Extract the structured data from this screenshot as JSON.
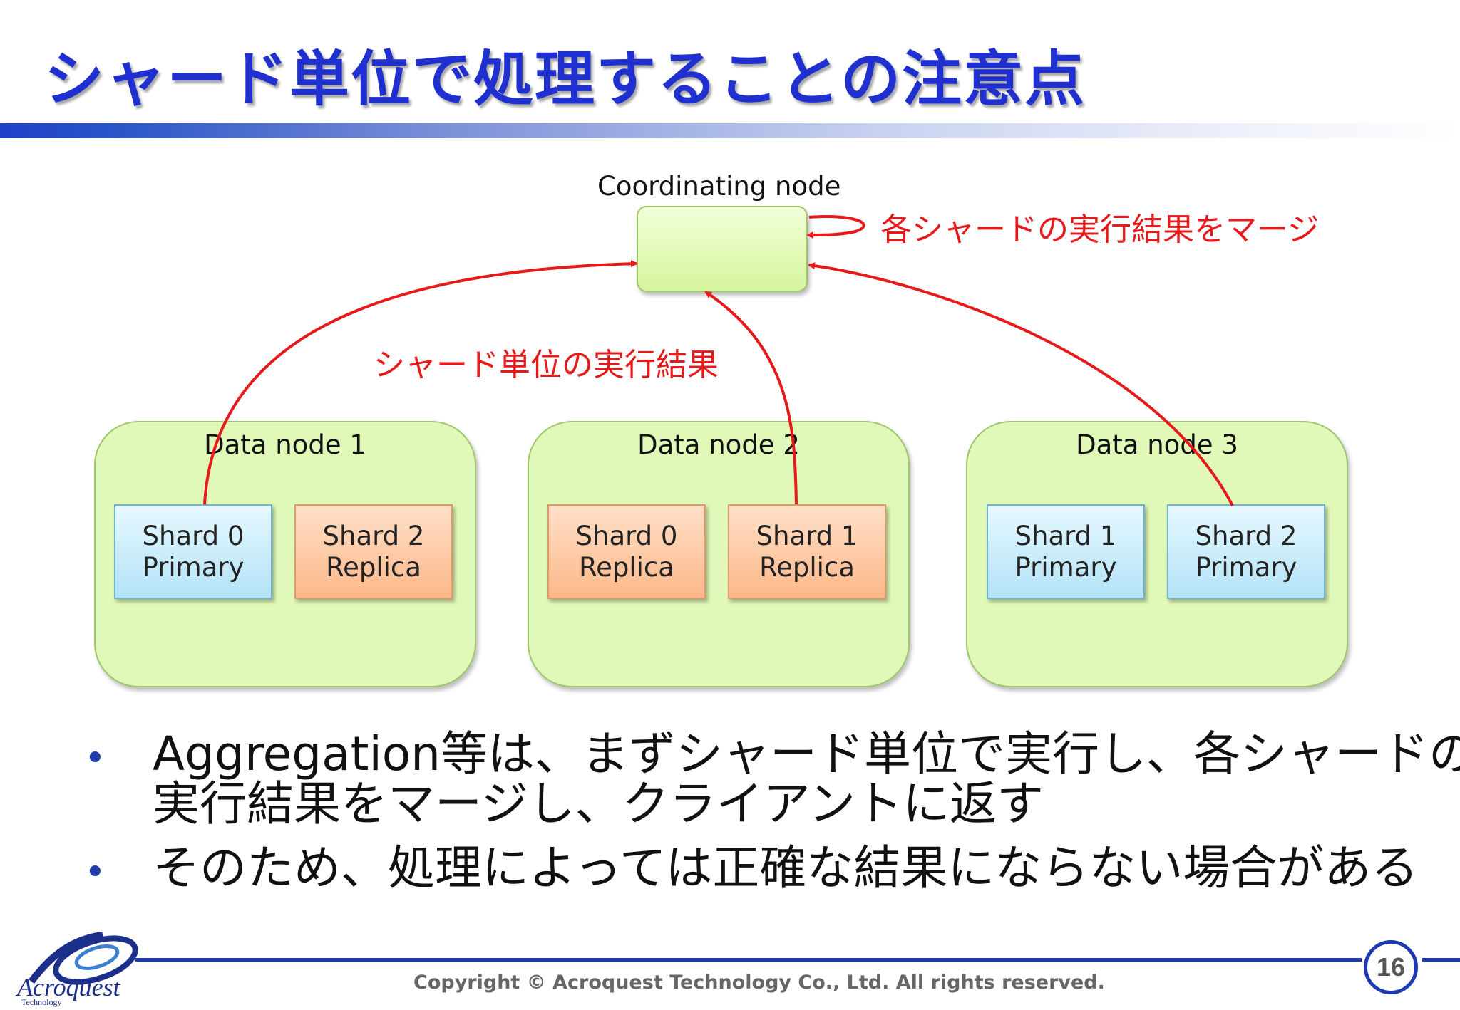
{
  "title": "シャード単位で処理することの注意点",
  "diagram": {
    "coordinating_label": "Coordinating node",
    "merge_label": "各シャードの実行結果をマージ",
    "shard_result_label": "シャード単位の実行結果",
    "nodes": [
      {
        "title": "Data node 1",
        "shards": [
          {
            "name": "Shard 0",
            "role": "Primary"
          },
          {
            "name": "Shard 2",
            "role": "Replica"
          }
        ]
      },
      {
        "title": "Data node 2",
        "shards": [
          {
            "name": "Shard 0",
            "role": "Replica"
          },
          {
            "name": "Shard 1",
            "role": "Replica"
          }
        ]
      },
      {
        "title": "Data node 3",
        "shards": [
          {
            "name": "Shard 1",
            "role": "Primary"
          },
          {
            "name": "Shard 2",
            "role": "Primary"
          }
        ]
      }
    ],
    "colors": {
      "arrow": "#e61a1a",
      "primary_fill": "#c5ecfb",
      "replica_fill": "#fdc9a3",
      "node_fill": "#e0f8b8",
      "title_color": "#1f2fd0"
    }
  },
  "bullets": [
    "Aggregation等は、まずシャード単位で実行し、各シャードの実行結果をマージし、クライアントに返す",
    "そのため、処理によっては正確な結果にならない場合がある"
  ],
  "footer": {
    "copyright": "Copyright © Acroquest Technology Co., Ltd. All rights reserved.",
    "page_number": "16",
    "logo_text": "Acroquest",
    "logo_sub": "Technology"
  }
}
